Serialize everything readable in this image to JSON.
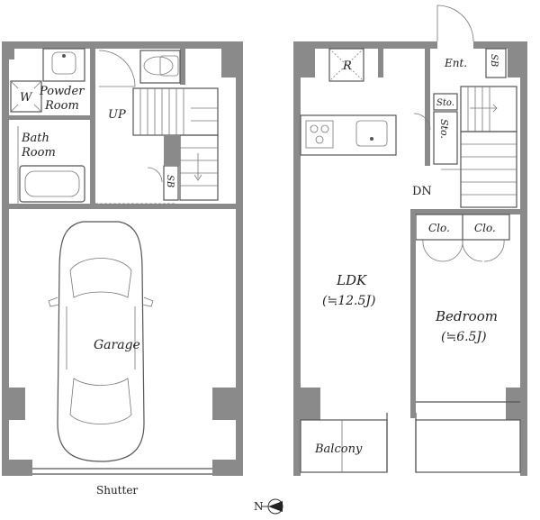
{
  "plan": {
    "ground_floor": {
      "rooms": {
        "powder_room_line1": "Powder",
        "powder_room_line2": "Room",
        "washer": "W",
        "bath_room_line1": "Bath",
        "bath_room_line2": "Room",
        "stairs_up": "UP",
        "shoe_box": "SB",
        "garage": "Garage"
      },
      "shutter": "Shutter"
    },
    "upper_floor": {
      "rooms": {
        "refrigerator": "R",
        "entrance": "Ent.",
        "shoe_box": "SB",
        "storage_1": "Sto.",
        "storage_2": "Sto.",
        "stairs_down": "DN",
        "closet_1": "Clo.",
        "closet_2": "Clo.",
        "ldk": "LDK",
        "ldk_size": "(≒12.5J)",
        "bedroom": "Bedroom",
        "bedroom_size": "(≒6.5J)",
        "balcony": "Balcony"
      }
    },
    "compass": {
      "north": "N"
    }
  },
  "colors": {
    "wall": "#8a8a8a",
    "line": "#555555"
  }
}
